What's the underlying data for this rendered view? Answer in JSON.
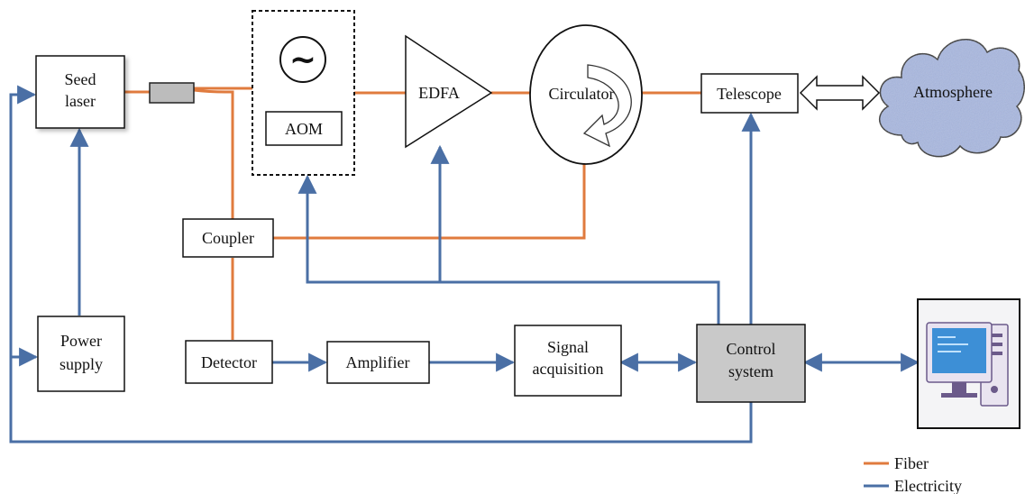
{
  "colors": {
    "fiber": "#e07b3e",
    "electricity": "#4a6fa5",
    "control_fill": "#c9c9c9",
    "cloud_fill": "#a9b8e0",
    "box_stroke": "#111111"
  },
  "components": {
    "seed_laser": [
      "Seed",
      "laser"
    ],
    "aom": "AOM",
    "aom_symbol": "~",
    "edfa": "EDFA",
    "circulator": "Circulator",
    "telescope": "Telescope",
    "atmosphere": "Atmosphere",
    "coupler": "Coupler",
    "power_supply": [
      "Power",
      "supply"
    ],
    "detector": "Detector",
    "amplifier": "Amplifier",
    "signal_acquisition": [
      "Signal",
      "acquisition"
    ],
    "control_system": [
      "Control",
      "system"
    ]
  },
  "legend": {
    "fiber": "Fiber",
    "electricity": "Electricity"
  }
}
